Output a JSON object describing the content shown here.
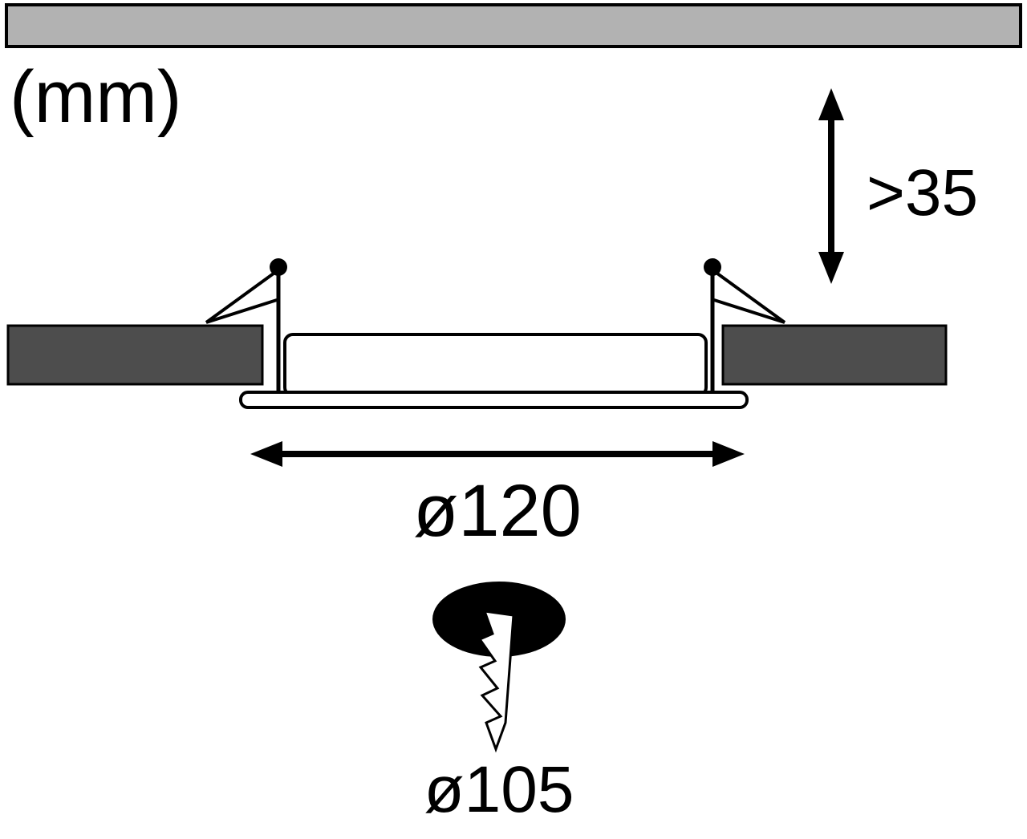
{
  "diagram_title": "recessed-panel-installation-dimensions",
  "labels": {
    "unit": "(mm)",
    "depth": ">35",
    "diameter": "ø120",
    "cutout": "ø105"
  },
  "colors": {
    "ceiling_bar": "#b2b2b2",
    "ceiling_section": "#4d4d4d",
    "outline": "#000000",
    "panel": "#ffffff",
    "hole": "#000000"
  }
}
